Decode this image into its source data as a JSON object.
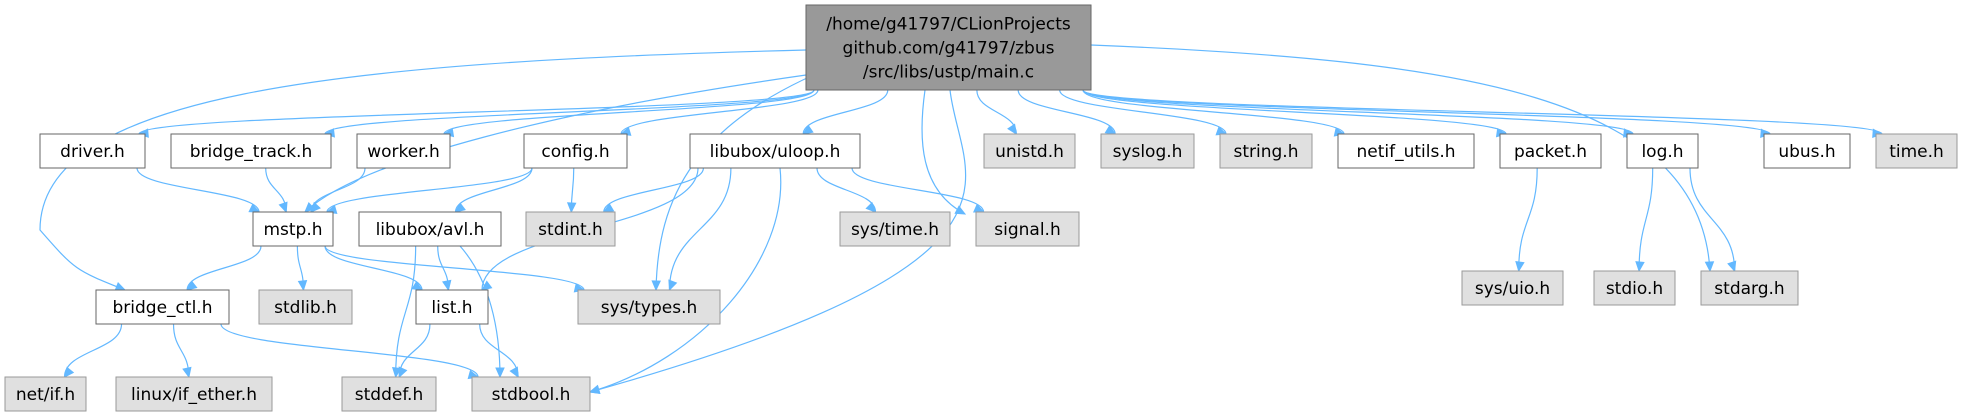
{
  "diagram": {
    "colors": {
      "root_fill": "#999999",
      "root_stroke": "#666666",
      "doc_fill": "#ffffff",
      "doc_stroke": "#666666",
      "ext_fill": "#e0e0e0",
      "ext_stroke": "#999999",
      "edge": "#63b8ff"
    },
    "nodes": [
      {
        "id": "main",
        "kind": "root",
        "lines": [
          "/home/g41797/CLionProjects",
          "github.com/g41797/zbus",
          "/src/libs/ustp/main.c"
        ]
      },
      {
        "id": "driver",
        "kind": "doc",
        "lines": [
          "driver.h"
        ]
      },
      {
        "id": "bridge_track",
        "kind": "doc",
        "lines": [
          "bridge_track.h"
        ]
      },
      {
        "id": "worker",
        "kind": "doc",
        "lines": [
          "worker.h"
        ]
      },
      {
        "id": "config",
        "kind": "doc",
        "lines": [
          "config.h"
        ]
      },
      {
        "id": "uloop",
        "kind": "doc",
        "lines": [
          "libubox/uloop.h"
        ]
      },
      {
        "id": "unistd",
        "kind": "ext",
        "lines": [
          "unistd.h"
        ]
      },
      {
        "id": "syslog",
        "kind": "ext",
        "lines": [
          "syslog.h"
        ]
      },
      {
        "id": "string",
        "kind": "ext",
        "lines": [
          "string.h"
        ]
      },
      {
        "id": "netif_utils",
        "kind": "doc",
        "lines": [
          "netif_utils.h"
        ]
      },
      {
        "id": "packet",
        "kind": "doc",
        "lines": [
          "packet.h"
        ]
      },
      {
        "id": "log",
        "kind": "doc",
        "lines": [
          "log.h"
        ]
      },
      {
        "id": "ubus",
        "kind": "doc",
        "lines": [
          "ubus.h"
        ]
      },
      {
        "id": "time",
        "kind": "ext",
        "lines": [
          "time.h"
        ]
      },
      {
        "id": "mstp",
        "kind": "doc",
        "lines": [
          "mstp.h"
        ]
      },
      {
        "id": "avl",
        "kind": "doc",
        "lines": [
          "libubox/avl.h"
        ]
      },
      {
        "id": "stdint",
        "kind": "ext",
        "lines": [
          "stdint.h"
        ]
      },
      {
        "id": "systime",
        "kind": "ext",
        "lines": [
          "sys/time.h"
        ]
      },
      {
        "id": "signal",
        "kind": "ext",
        "lines": [
          "signal.h"
        ]
      },
      {
        "id": "sysuio",
        "kind": "ext",
        "lines": [
          "sys/uio.h"
        ]
      },
      {
        "id": "stdio",
        "kind": "ext",
        "lines": [
          "stdio.h"
        ]
      },
      {
        "id": "stdarg",
        "kind": "ext",
        "lines": [
          "stdarg.h"
        ]
      },
      {
        "id": "bridge_ctl",
        "kind": "doc",
        "lines": [
          "bridge_ctl.h"
        ]
      },
      {
        "id": "stdlib",
        "kind": "ext",
        "lines": [
          "stdlib.h"
        ]
      },
      {
        "id": "list",
        "kind": "doc",
        "lines": [
          "list.h"
        ]
      },
      {
        "id": "systypes",
        "kind": "ext",
        "lines": [
          "sys/types.h"
        ]
      },
      {
        "id": "netif",
        "kind": "ext",
        "lines": [
          "net/if.h"
        ]
      },
      {
        "id": "ifether",
        "kind": "ext",
        "lines": [
          "linux/if_ether.h"
        ]
      },
      {
        "id": "stddef",
        "kind": "ext",
        "lines": [
          "stddef.h"
        ]
      },
      {
        "id": "stdbool",
        "kind": "ext",
        "lines": [
          "stdbool.h"
        ]
      }
    ],
    "edges": [
      [
        "main",
        "driver"
      ],
      [
        "main",
        "bridge_track"
      ],
      [
        "main",
        "worker"
      ],
      [
        "main",
        "config"
      ],
      [
        "main",
        "uloop"
      ],
      [
        "main",
        "unistd"
      ],
      [
        "main",
        "syslog"
      ],
      [
        "main",
        "string"
      ],
      [
        "main",
        "netif_utils"
      ],
      [
        "main",
        "packet"
      ],
      [
        "main",
        "log"
      ],
      [
        "main",
        "ubus"
      ],
      [
        "main",
        "time"
      ],
      [
        "main",
        "mstp"
      ],
      [
        "main",
        "bridge_ctl"
      ],
      [
        "main",
        "systypes"
      ],
      [
        "main",
        "signal"
      ],
      [
        "main",
        "stdbool"
      ],
      [
        "main",
        "stdarg"
      ],
      [
        "driver",
        "mstp"
      ],
      [
        "bridge_track",
        "mstp"
      ],
      [
        "worker",
        "mstp"
      ],
      [
        "config",
        "mstp"
      ],
      [
        "config",
        "avl"
      ],
      [
        "config",
        "stdint"
      ],
      [
        "uloop",
        "stdint"
      ],
      [
        "uloop",
        "systime"
      ],
      [
        "uloop",
        "signal"
      ],
      [
        "uloop",
        "list"
      ],
      [
        "uloop",
        "systypes"
      ],
      [
        "uloop",
        "stdbool"
      ],
      [
        "packet",
        "sysuio"
      ],
      [
        "log",
        "stdio"
      ],
      [
        "log",
        "stdarg"
      ],
      [
        "mstp",
        "bridge_ctl"
      ],
      [
        "mstp",
        "stdlib"
      ],
      [
        "mstp",
        "list"
      ],
      [
        "mstp",
        "systypes"
      ],
      [
        "avl",
        "list"
      ],
      [
        "avl",
        "stddef"
      ],
      [
        "avl",
        "stdbool"
      ],
      [
        "bridge_ctl",
        "netif"
      ],
      [
        "bridge_ctl",
        "ifether"
      ],
      [
        "bridge_ctl",
        "stdbool"
      ],
      [
        "list",
        "stddef"
      ],
      [
        "list",
        "stdbool"
      ]
    ]
  }
}
